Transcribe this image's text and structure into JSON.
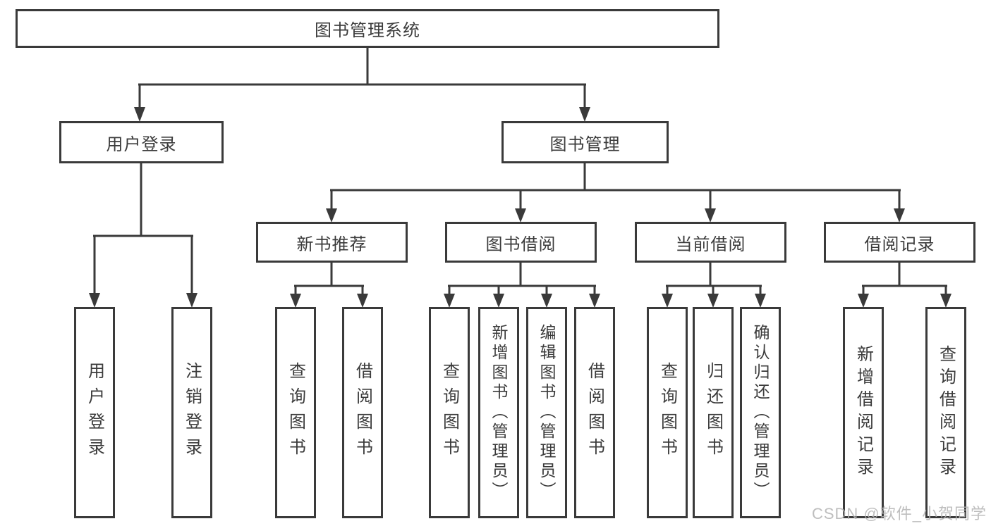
{
  "colors": {
    "line": "#3a3a3a",
    "box_border": "#3a3a3a",
    "text": "#3b3b3b",
    "background": "#ffffff",
    "watermark": "#b3b3b3"
  },
  "tree": {
    "root": {
      "label": "图书管理系统"
    },
    "level2": [
      {
        "label": "用户登录",
        "parent": "图书管理系统"
      },
      {
        "label": "图书管理",
        "parent": "图书管理系统"
      }
    ],
    "level3": [
      {
        "label": "新书推荐",
        "parent": "图书管理"
      },
      {
        "label": "图书借阅",
        "parent": "图书管理"
      },
      {
        "label": "当前借阅",
        "parent": "图书管理"
      },
      {
        "label": "借阅记录",
        "parent": "图书管理"
      }
    ],
    "leaves": [
      {
        "label": "用户登录",
        "parent": "用户登录"
      },
      {
        "label": "注销登录",
        "parent": "用户登录"
      },
      {
        "label": "查询图书",
        "parent": "新书推荐"
      },
      {
        "label": "借阅图书",
        "parent": "新书推荐"
      },
      {
        "label": "查询图书",
        "parent": "图书借阅"
      },
      {
        "label": "新增图书（管理员）",
        "parent": "图书借阅"
      },
      {
        "label": "编辑图书（管理员）",
        "parent": "图书借阅"
      },
      {
        "label": "借阅图书",
        "parent": "图书借阅"
      },
      {
        "label": "查询图书",
        "parent": "当前借阅"
      },
      {
        "label": "归还图书",
        "parent": "当前借阅"
      },
      {
        "label": "确认归还（管理员）",
        "parent": "当前借阅"
      },
      {
        "label": "新增借阅记录",
        "parent": "借阅记录"
      },
      {
        "label": "查询借阅记录",
        "parent": "借阅记录"
      }
    ]
  },
  "watermark": {
    "text": "CSDN @软件_小贺同学"
  }
}
